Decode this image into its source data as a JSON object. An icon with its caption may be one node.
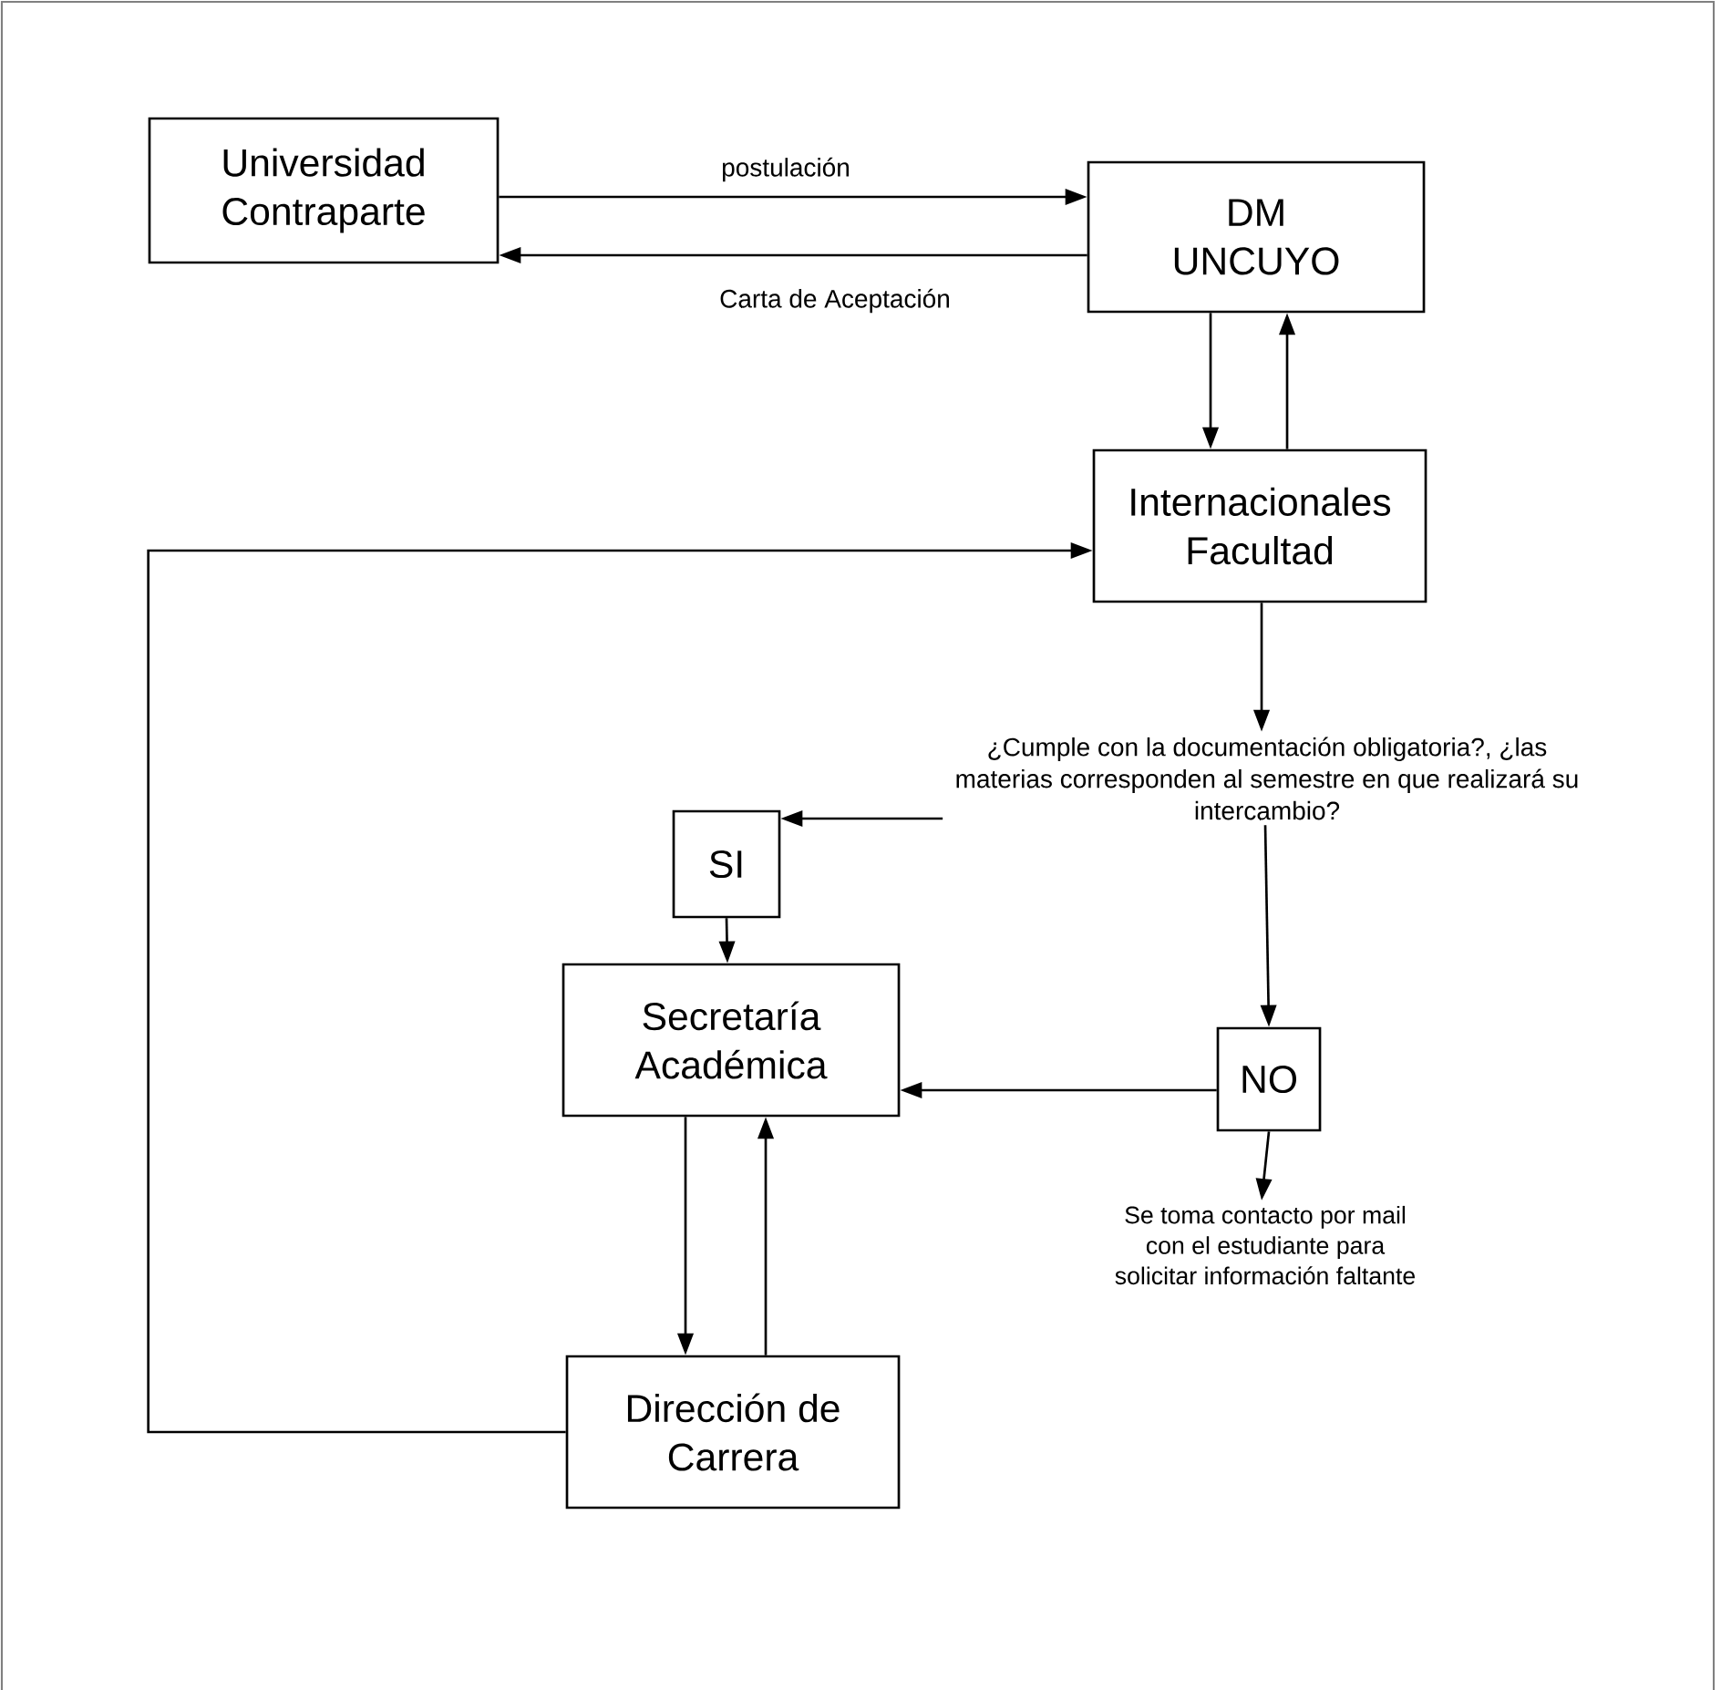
{
  "diagram": {
    "nodes": [
      {
        "text": [
          "Universidad Contraparte"
        ]
      },
      {
        "text": [
          "DM UNCUYO"
        ]
      },
      {
        "text": [
          "Internacionales Facultad"
        ]
      },
      {
        "text": [
          "¿Cumple con la documentación obligatoria?, ¿las materias corresponden al semestre en que realizará su intercambio?"
        ]
      },
      {
        "text": [
          "SI"
        ]
      },
      {
        "text": [
          "NO"
        ]
      },
      {
        "text": [
          "Secretaría Académica"
        ]
      },
      {
        "text": [
          "Se toma contacto por mail con el estudiante para solicitar información faltante"
        ]
      },
      {
        "text": [
          "Dirección de Carrera"
        ]
      }
    ],
    "edges": [
      {
        "from": 0,
        "to": 1,
        "arrow": "to",
        "label": "postulación"
      },
      {
        "from": 1,
        "to": 0,
        "arrow": "to",
        "label": "Carta de Aceptación"
      },
      {
        "from": 1,
        "to": 2,
        "arrow": "to"
      },
      {
        "from": 2,
        "to": 1,
        "arrow": "to"
      },
      {
        "from": 8,
        "to": 2,
        "arrow": "to"
      },
      {
        "from": 2,
        "to": 3,
        "arrow": "to"
      },
      {
        "from": 3,
        "to": 4,
        "arrow": "to"
      },
      {
        "from": 3,
        "to": 5,
        "arrow": "to"
      },
      {
        "from": 4,
        "to": 6,
        "arrow": "to"
      },
      {
        "from": 5,
        "to": 6,
        "arrow": "to"
      },
      {
        "from": 5,
        "to": 7,
        "arrow": "to"
      },
      {
        "from": 6,
        "to": 8,
        "arrow": "to"
      },
      {
        "from": 8,
        "to": 6,
        "arrow": "to"
      }
    ]
  }
}
